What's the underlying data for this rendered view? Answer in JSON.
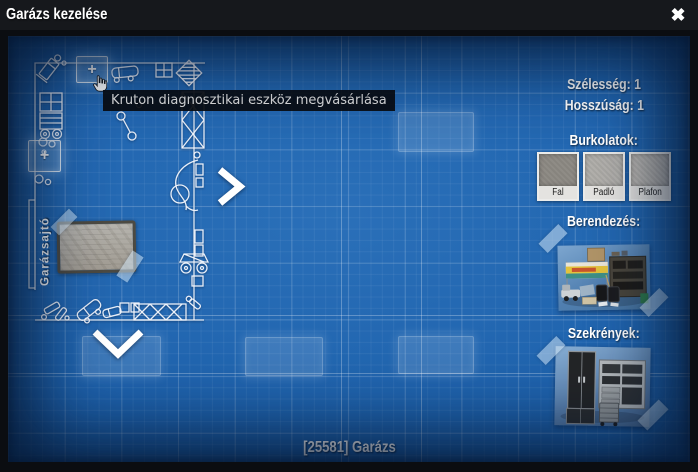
{
  "window": {
    "title": "Garázs kezelése",
    "close_icon": "✖"
  },
  "tooltip": {
    "text": "Kruton diagnosztikai eszköz megvásárlása"
  },
  "plan": {
    "door_label": "Garázsajtó",
    "add_icon": "+"
  },
  "sidebar": {
    "width_label": "Szélesség: 1",
    "length_label": "Hosszúság: 1",
    "coverings": {
      "title": "Burkolatok:",
      "items": [
        {
          "label": "Fal"
        },
        {
          "label": "Padló"
        },
        {
          "label": "Plafon"
        }
      ]
    },
    "furnishing": {
      "title": "Berendezés:"
    },
    "cabinets": {
      "title": "Szekrények:"
    }
  },
  "footer": {
    "garage_label": "[25581] Garázs"
  },
  "colors": {
    "blueprint_blue": "#1c60ab",
    "titlebar": "#16181c",
    "tooltip_bg": "#0b0d11",
    "accent_white": "#ffffff"
  }
}
